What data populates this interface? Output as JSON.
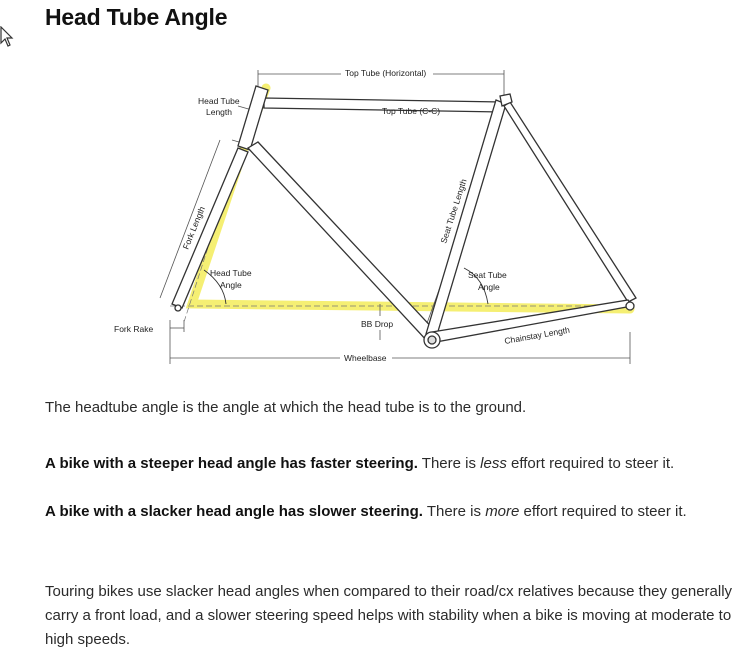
{
  "article": {
    "title": "Head Tube Angle"
  },
  "diagram": {
    "labels": {
      "top_tube_horizontal": "Top Tube (Horizontal)",
      "top_tube_cc": "Top Tube (C-C)",
      "head_tube_length_1": "Head Tube",
      "head_tube_length_2": "Length",
      "fork_length": "Fork Length",
      "head_tube_angle_1": "Head Tube",
      "head_tube_angle_2": "Angle",
      "seat_tube_length": "Seat Tube Length",
      "seat_tube_angle_1": "Seat Tube",
      "seat_tube_angle_2": "Angle",
      "fork_rake": "Fork Rake",
      "bb_drop": "BB Drop",
      "chainstay_length": "Chainstay Length",
      "wheelbase": "Wheelbase"
    },
    "highlight_color": "#f3ec5a"
  },
  "body": {
    "p1": "The headtube angle is the angle at which the head tube is to the ground.",
    "p2_bold": "A bike with a steeper head angle has faster steering.",
    "p2_a": " There is ",
    "p2_em": "less",
    "p2_b": " effort required to steer it.",
    "p3_bold": "A bike with a slacker head angle has slower steering.",
    "p3_a": " There is ",
    "p3_em": "more",
    "p3_b": " effort required to steer it.",
    "p4": "Touring bikes use slacker head angles when compared to their road/cx relatives because they generally carry a front load, and a slower steering speed helps with stability when a bike is moving at moderate to high speeds."
  }
}
